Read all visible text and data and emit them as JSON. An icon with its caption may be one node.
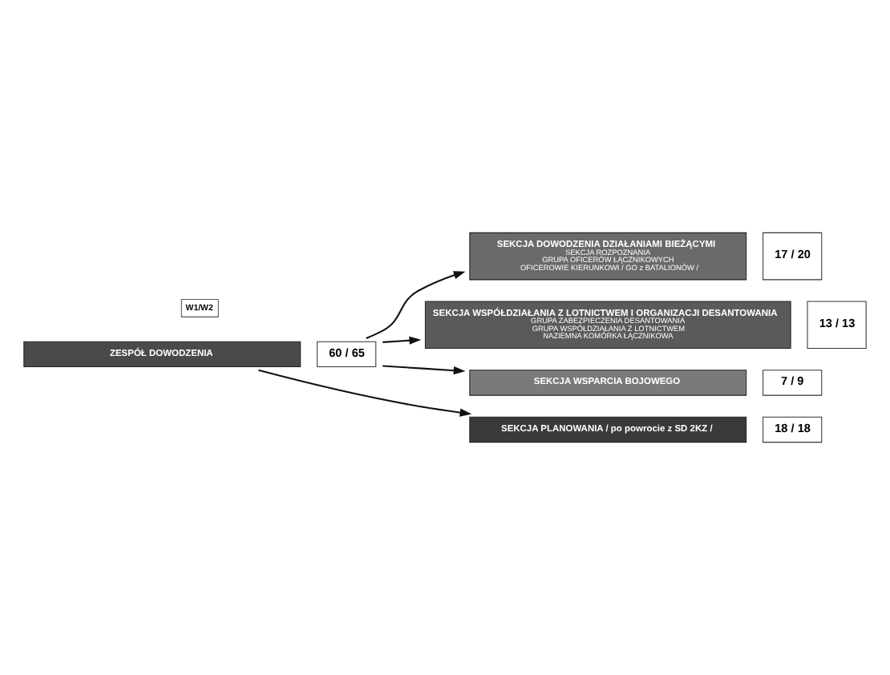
{
  "diagram": {
    "nodes": [
      {
        "text": [
          "ZESPÓŁ DOWODZENIA"
        ],
        "beside": [
          "60 / 65"
        ]
      },
      {
        "text": [
          "SEKCJA DOWODZENIA DZIAŁANIAMI BIEŻĄCYMI",
          "SEKCJA ROZPOZNANIA",
          "GRUPA OFICERÓW ŁĄCZNIKOWYCH",
          "OFICEROWIE KIERUNKOWI / GO z BATALIONÓW /"
        ],
        "beside": [
          "17 / 20"
        ]
      },
      {
        "text": [
          "SEKCJA WSPÓŁDZIAŁANIA Z LOTNICTWEM I ORGANIZACJI DESANTOWANIA",
          "GRUPA ZABEZPIECZENIA DESANTOWANIA",
          "GRUPA WSPÓŁDZIAŁANIA Z LOTNICTWEM",
          "NAZIEMNA KOMÓRKA ŁĄCZNIKOWA"
        ],
        "beside": [
          "13 / 13"
        ]
      },
      {
        "text": [
          "SEKCJA WSPARCIA BOJOWEGO"
        ],
        "beside": [
          "7 / 9"
        ]
      },
      {
        "text": [
          "SEKCJA PLANOWANIA / po powrocie z SD 2KZ /"
        ],
        "beside": [
          "18 / 18"
        ]
      }
    ],
    "edges": [
      {
        "from": 0,
        "to": 1,
        "arrow": "to"
      },
      {
        "from": 0,
        "to": 2,
        "arrow": "to"
      },
      {
        "from": 0,
        "to": 3,
        "arrow": "to"
      },
      {
        "from": 0,
        "to": 4,
        "arrow": "to"
      }
    ],
    "labels": [
      "W1/W2"
    ]
  }
}
